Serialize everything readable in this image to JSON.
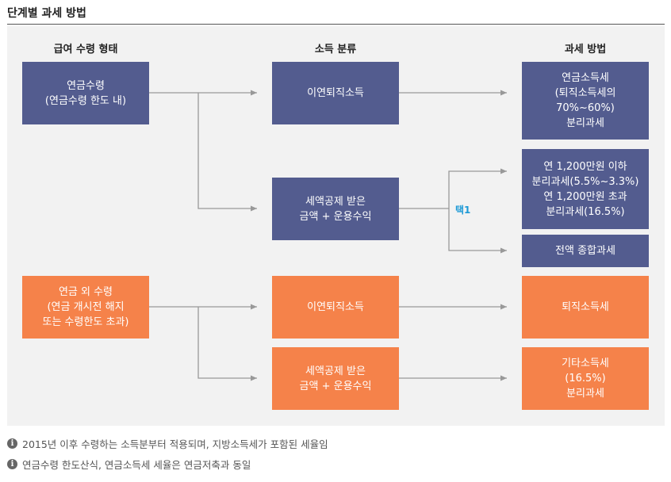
{
  "title": "단계별 과세 방법",
  "headers": {
    "receive_type": "급여 수령 형태",
    "income_class": "소득 분류",
    "tax_method": "과세 방법"
  },
  "left": {
    "pension_within": [
      "연금수령",
      "(연금수령 한도 내)"
    ],
    "pension_outside": [
      "연금 외 수령",
      "(연금 개시전 해지",
      "또는 수령한도 초과)"
    ]
  },
  "middle": {
    "deferred_retirement_1": [
      "이연퇴직소득"
    ],
    "deducted_income_1": [
      "세액공제 받은",
      "금액 + 운용수익"
    ],
    "deferred_retirement_2": [
      "이연퇴직소득"
    ],
    "deducted_income_2": [
      "세액공제 받은",
      "금액 + 운용수익"
    ]
  },
  "branch_label": "택1",
  "right": {
    "pension_income_tax": [
      "연금소득세",
      "(퇴직소득세의",
      "70%~60%)",
      "분리과세"
    ],
    "separate_tax_options": [
      "연 1,200만원 이하",
      "분리과세(5.5%~3.3%)",
      "연 1,200만원 초과",
      "분리과세(16.5%)"
    ],
    "comprehensive_tax": [
      "전액 종합과세"
    ],
    "retirement_income_tax": [
      "퇴직소득세"
    ],
    "other_income_tax": [
      "기타소득세",
      "(16.5%)",
      "분리과세"
    ]
  },
  "notes": [
    "2015년 이후 수령하는 소득분부터 적용되며, 지방소득세가 포함된 세율임",
    "연금수령 한도산식, 연금소득세 세율은 연금저축과 동일"
  ],
  "colors": {
    "blue_box": "#535c8f",
    "orange_box": "#f5824a",
    "branch_label": "#1d9ad6",
    "line": "#999999"
  }
}
